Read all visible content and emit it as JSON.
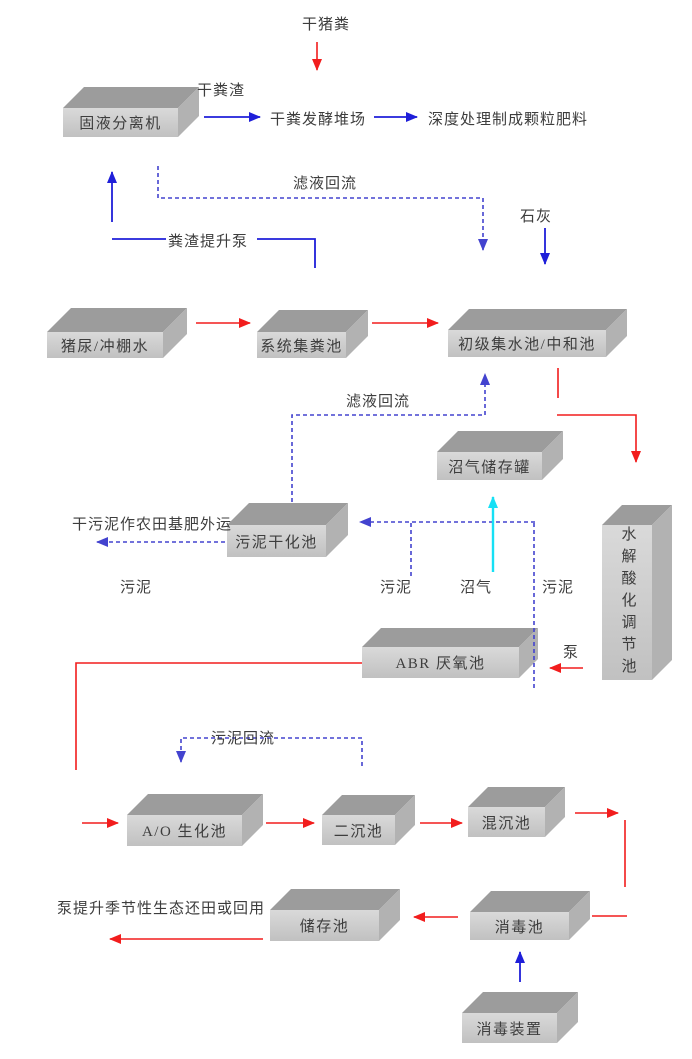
{
  "boxes": {
    "solid_liquid_separator": "固液分离机",
    "pig_urine_flush_water": "猪尿/冲棚水",
    "system_manure_pool": "系统集粪池",
    "primary_neutralization_pool": "初级集水池/中和池",
    "biogas_storage_tank": "沼气储存罐",
    "sludge_drying_pool": "污泥干化池",
    "hydrolysis_acidification_pool": "水解酸化调节池",
    "abr_anaerobic_pool": "ABR 厌氧池",
    "ao_biochemical_pool": "A/O 生化池",
    "secondary_sedimentation_pool": "二沉池",
    "mixed_sedimentation_pool": "混沉池",
    "storage_pool": "储存池",
    "disinfection_pool": "消毒池",
    "disinfection_device": "消毒装置"
  },
  "labels": {
    "dry_pig_manure": "干猪粪",
    "dry_manure_residue": "干粪渣",
    "fermentation_yard": "干粪发酵堆场",
    "granule_fertilizer": "深度处理制成颗粒肥料",
    "filtrate_reflux_top": "滤液回流",
    "lime": "石灰",
    "manure_lift_pump": "粪渣提升泵",
    "filtrate_reflux_mid": "滤液回流",
    "dry_sludge_outbound": "干污泥作农田基肥外运",
    "sludge_far_left": "污泥",
    "sludge_left": "污泥",
    "biogas": "沼气",
    "sludge_right": "污泥",
    "pump": "泵",
    "sludge_reflux": "污泥回流",
    "pump_lift_note": "泵提升季节性生态还田或回用"
  },
  "colors": {
    "flow_red": "#f21d1d",
    "flow_blue": "#1f1fd9",
    "flow_dashed_blue": "#4343cf",
    "flow_cyan": "#16e0f5",
    "box_top": "#9c9c9c",
    "box_front": "#cbcbcb",
    "box_side": "#b2b2b2",
    "text": "#3d3d3d"
  }
}
